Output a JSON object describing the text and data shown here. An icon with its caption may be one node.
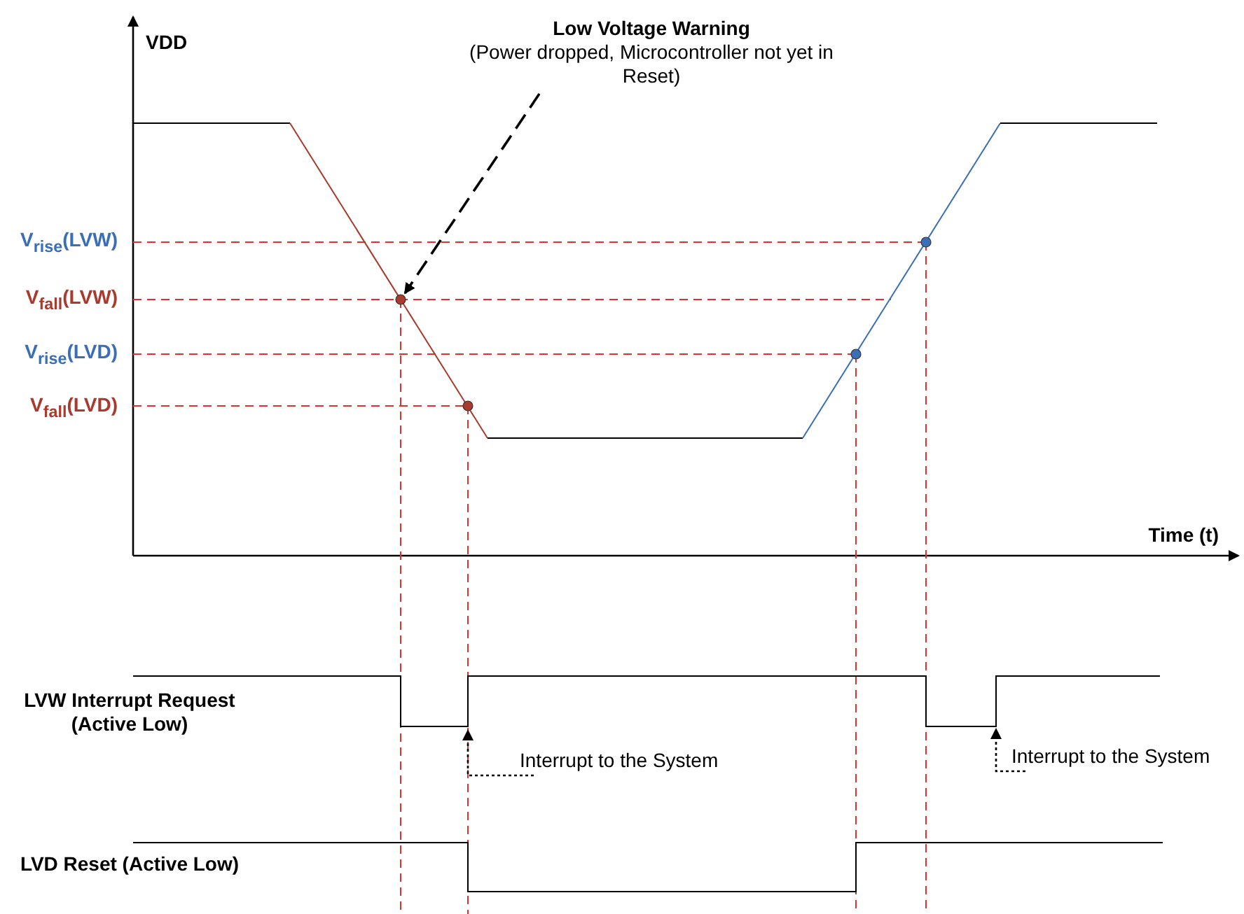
{
  "diagram": {
    "nodes": [
      {
        "text": [
          "Low Voltage Warning",
          "(Power dropped, Microcontroller not yet in Reset)"
        ]
      },
      {
        "text": [],
        "shape": "circle"
      },
      {
        "text": [
          "Interrupt to the System"
        ]
      },
      {
        "text": [
          "Interrupt to the System"
        ]
      }
    ],
    "edges": [
      {
        "from": 0,
        "to": 1,
        "arrow": "to",
        "style": "dashed"
      },
      {
        "from": 2,
        "to": null,
        "arrow": "to",
        "style": "dashed"
      },
      {
        "from": 3,
        "to": null,
        "arrow": "to",
        "style": "dashed"
      }
    ],
    "labels": [
      "VDD",
      "V$_{rise}$(LVW)",
      "V$_{fall}$(LVW)",
      "V$_{rise}$(LVD)",
      "V$_{fall}$(LVD)",
      "Time (t)",
      "LVW Interrupt Request (Active Low)",
      "LVD Reset (Active Low)"
    ]
  }
}
